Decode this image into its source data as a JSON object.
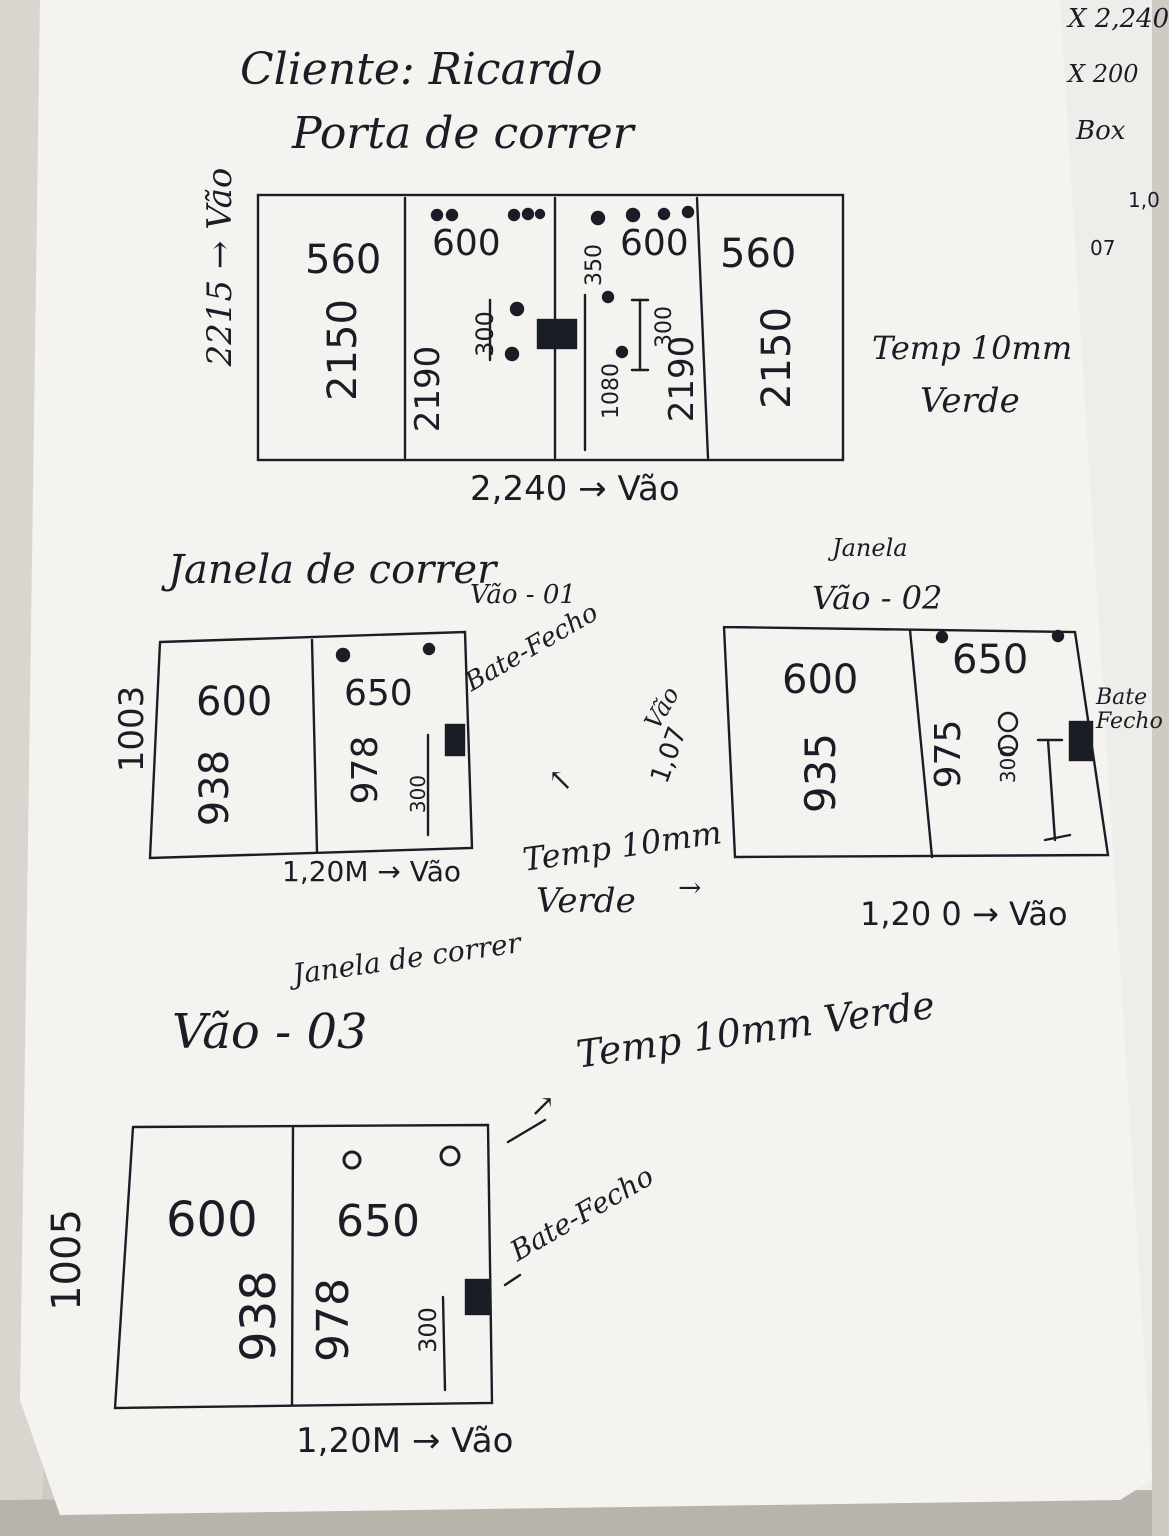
{
  "header": {
    "client": "Cliente: Ricardo",
    "subject": "Porta de correr"
  },
  "door": {
    "height_label": "2215 → Vão",
    "width_label": "2,240 → Vão",
    "panels": [
      {
        "width": "560",
        "height": "2150"
      },
      {
        "width": "600",
        "height": "2190",
        "lock_height": "300"
      },
      {
        "width": "600",
        "height": "2190",
        "lock_height": "300",
        "handle_height": "1080",
        "top_offset": "350"
      },
      {
        "width": "560",
        "height": "2150"
      }
    ],
    "glass_note_line1": "Temp 10mm",
    "glass_note_line2": "Verde"
  },
  "window_1": {
    "title": "Janela de correr",
    "label": "Vão - 01",
    "height_label": "1003",
    "width_label": "1,20M → Vão",
    "panel_left": {
      "width": "600",
      "height": "938"
    },
    "panel_right": {
      "width": "650",
      "height": "978",
      "lock_height": "300"
    },
    "lock_note": "Bate-Fecho"
  },
  "middle_note": {
    "vao_line1": "Vão",
    "vao_line2": "1,07",
    "glass_line1": "Temp 10mm",
    "glass_line2": "Verde"
  },
  "window_2": {
    "title": "Janela",
    "label": "Vão - 02",
    "width_label": "1,20 0 → Vão",
    "panel_left": {
      "width": "600",
      "height": "935"
    },
    "panel_right": {
      "width": "650",
      "height": "975",
      "lock_height": "300"
    },
    "lock_note": "Bate Fecho"
  },
  "window_3": {
    "title": "Janela de correr",
    "label": "Vão - 03",
    "height_label": "1005",
    "width_label": "1,20M → Vão",
    "panel_left": {
      "width": "600",
      "height": "938"
    },
    "panel_right": {
      "width": "650",
      "height": "978",
      "lock_height": "300"
    },
    "lock_note": "Bate-Fecho",
    "glass_note": "Temp 10mm Verde"
  },
  "side_sheet": {
    "line1": "X 2,240",
    "line2": "X 200",
    "line3": "Box",
    "line4": "07",
    "line5": "1,0"
  },
  "colors": {
    "paper": "#f4f3f0",
    "ink": "#1b1d26",
    "background": "#cfcac2",
    "red_ink": "#c0304a"
  }
}
